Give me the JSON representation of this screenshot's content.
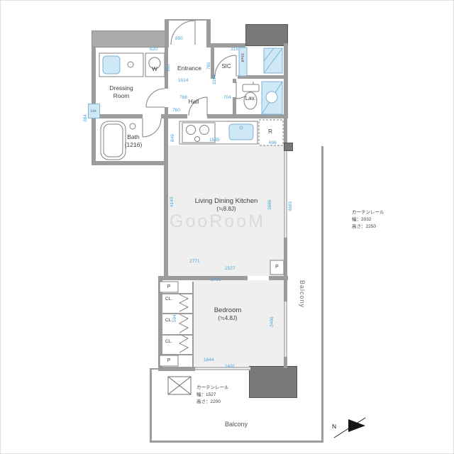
{
  "meta": {
    "type": "floor-plan"
  },
  "watermark": "GooRooM",
  "rooms": {
    "entrance": "Entrance",
    "sic": "SIC",
    "shelf": "Shelf",
    "washer": "W",
    "dressing1": "Dressing",
    "dressing2": "Room",
    "hall": "Hall",
    "lav": "Lav.",
    "bath1": "Bath",
    "bath2": "(1216)",
    "ldk": "Living Dining Kitchen",
    "ldk_size": "(≒8.8J)",
    "bedroom": "Bedroom",
    "bedroom_size": "(≒4.8J)",
    "balcony_right": "Balcony",
    "balcony_bottom": "Balcony",
    "closet": "CL.",
    "linen": "Lin.",
    "fridge": "R",
    "pipe_space": "P"
  },
  "dims": {
    "d850": "850",
    "d620": "620",
    "d316": "316",
    "d900": "900",
    "d781": "781",
    "d1194": "1194",
    "d1014": "1014",
    "d768": "768",
    "d704": "704",
    "d384": "384",
    "d760": "760",
    "d849": "849",
    "d1535": "1535",
    "d696": "696",
    "d4140": "4140",
    "d3686": "3686",
    "d4681": "4681",
    "d2771": "2771",
    "d1527": "1527",
    "d2701": "2701",
    "d2466": "2466",
    "d594": "594",
    "d1644": "1644",
    "d1431": "1431"
  },
  "annotations": {
    "curtain_right_title": "カーテンレール",
    "curtain_right_width": "幅：2032",
    "curtain_right_height": "高さ：2250",
    "curtain_bottom_title": "カーテンレール",
    "curtain_bottom_width": "幅：1527",
    "curtain_bottom_height": "高さ：2200",
    "north": "N"
  },
  "colors": {
    "dimension_text": "#44a3d9",
    "wall": "#9c9c9c",
    "wall_dark": "#787878",
    "fixture_fill": "#cfe8f5",
    "floor": "#efefef"
  }
}
